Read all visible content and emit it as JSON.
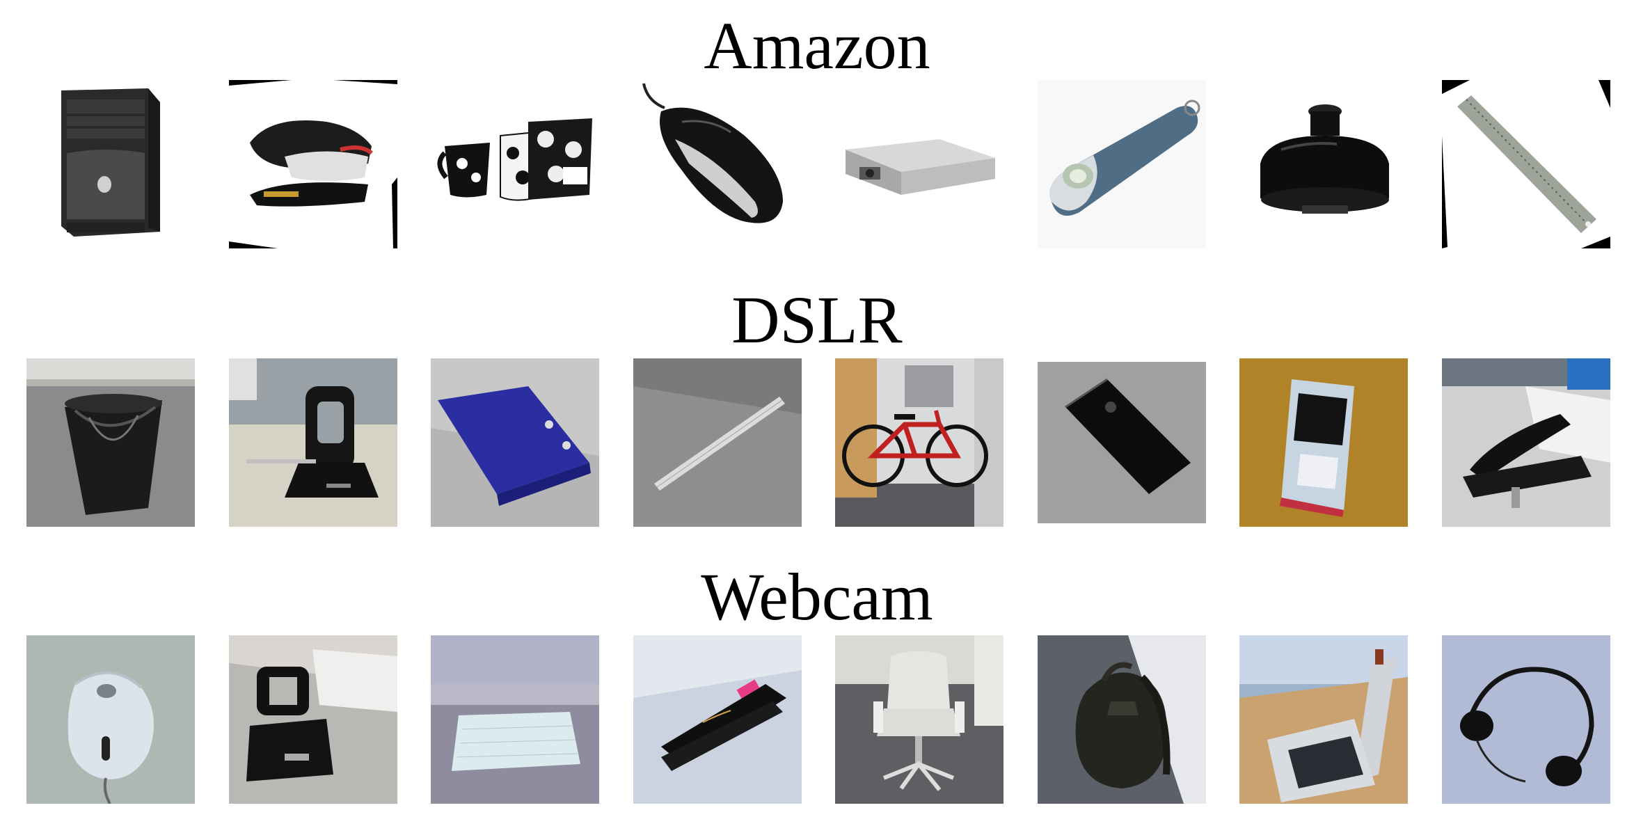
{
  "figure": {
    "sections": [
      {
        "title": "Amazon",
        "images": [
          "desktop-computer",
          "stapler",
          "mugs",
          "computer-mouse",
          "projector",
          "hole-punch-handle",
          "desk-lamp-base",
          "ruler"
        ]
      },
      {
        "title": "DSLR",
        "images": [
          "trash-can",
          "hole-punch",
          "ring-binder",
          "ruler",
          "bicycle",
          "mobile-phone",
          "mobile-phone",
          "hole-punch"
        ]
      },
      {
        "title": "Webcam",
        "images": [
          "computer-mouse",
          "hole-punch",
          "letter-tray",
          "stapler",
          "office-chair",
          "backpack",
          "laptop",
          "headphones"
        ]
      }
    ]
  }
}
